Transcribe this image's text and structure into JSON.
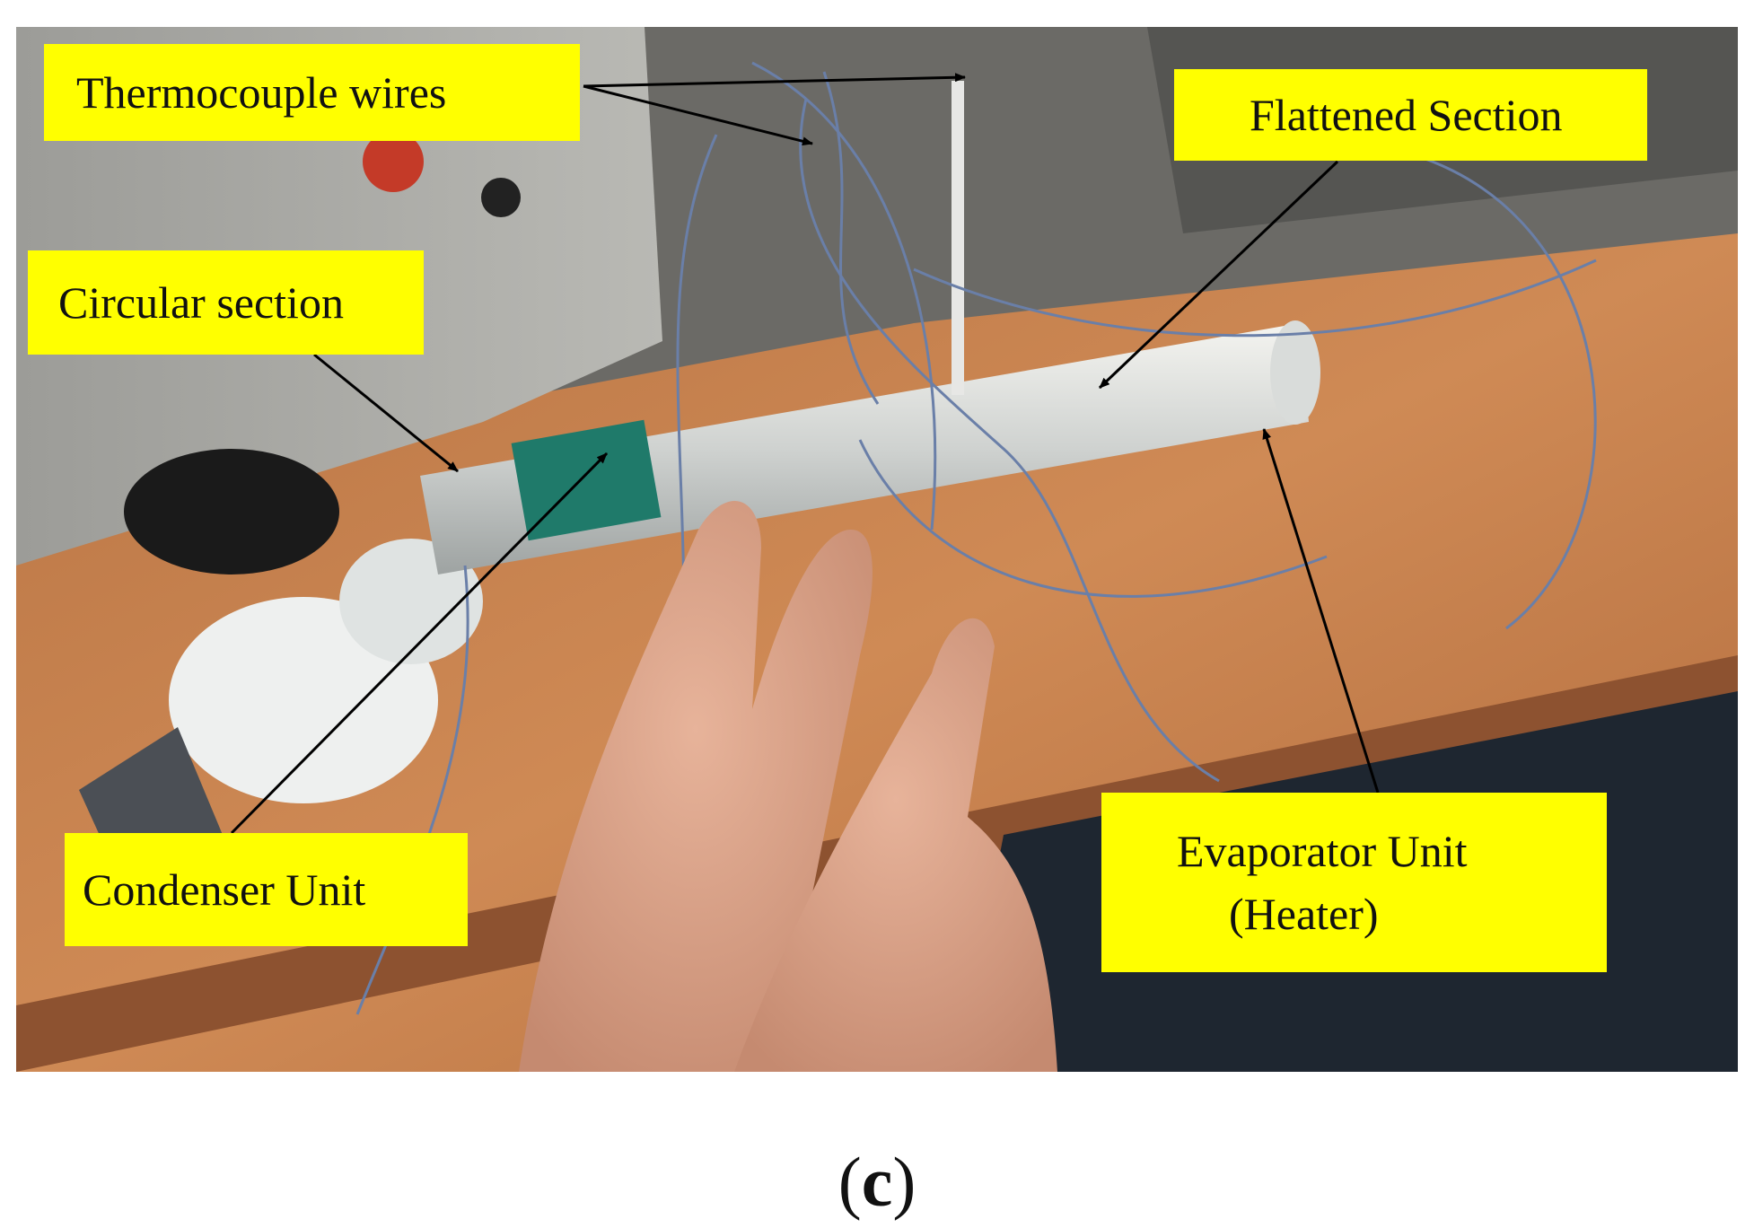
{
  "labels": {
    "thermocouple": "Thermocouple wires",
    "flattened": "Flattened Section",
    "circular": "Circular section",
    "condenser": "Condenser Unit",
    "evaporator_line1": "Evaporator Unit",
    "evaporator_line2": "(Heater)"
  },
  "caption": {
    "open": "(",
    "letter": "c",
    "close": ")"
  },
  "colors": {
    "label_background": "#ffff00",
    "table_wood": "#c98450",
    "equipment_gray": "#a9a9a6",
    "arrow": "#000000"
  }
}
